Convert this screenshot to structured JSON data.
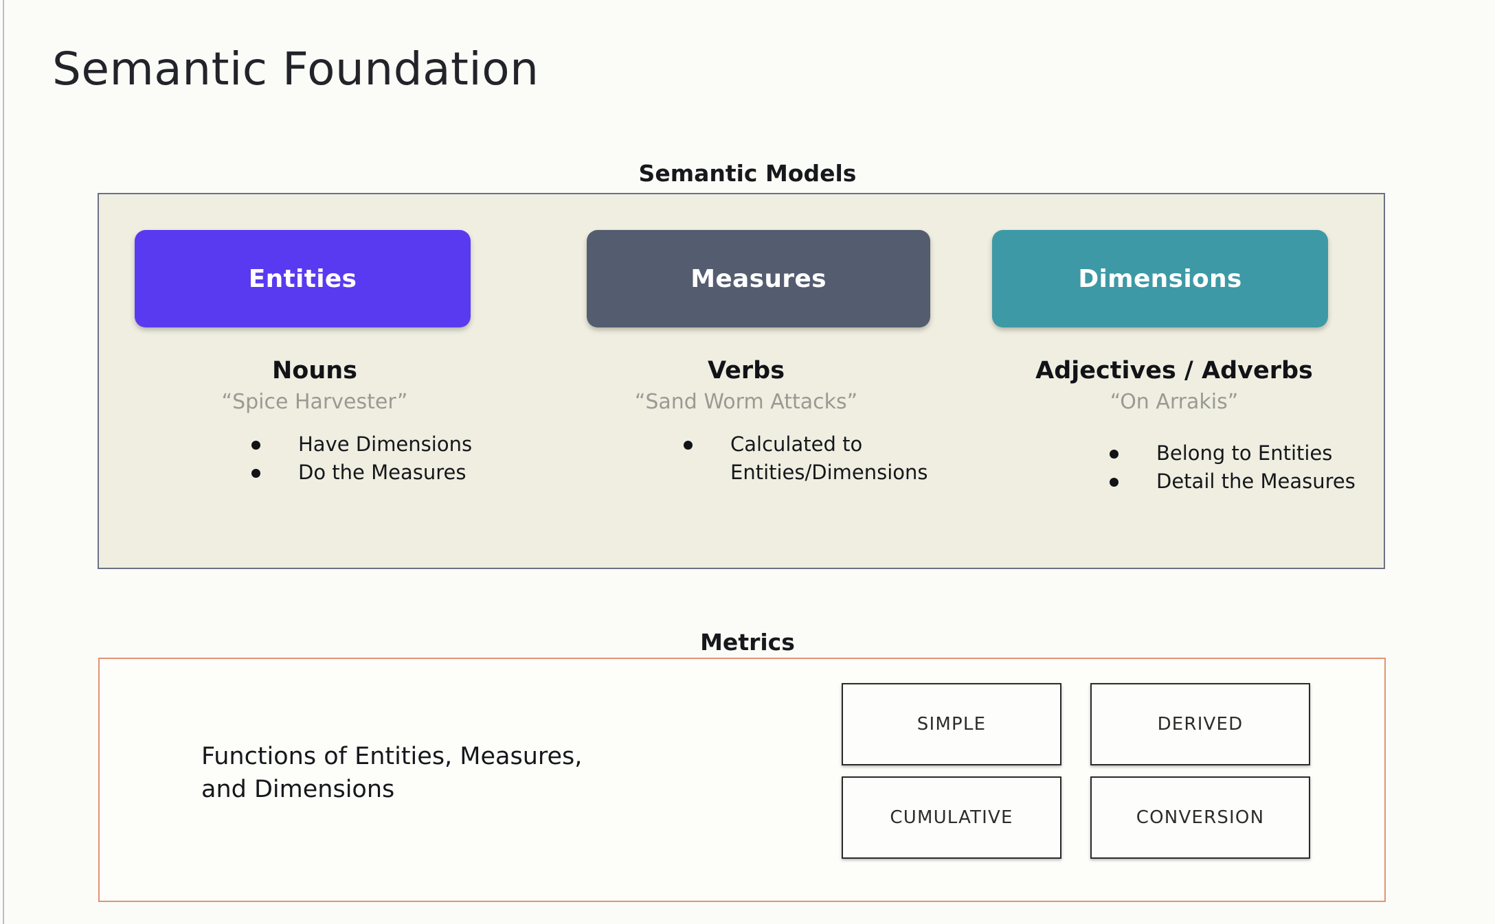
{
  "slide": {
    "title": "Semantic Foundation",
    "background_color": "#fbfcf8"
  },
  "semantic_models": {
    "caption": "Semantic Models",
    "panel_color": "#efeee1",
    "panel_border_color": "#6b7182",
    "columns": [
      {
        "pill_label": "Entities",
        "pill_color": "#5a3af0",
        "heading": "Nouns",
        "quote": "“Spice Harvester”",
        "bullets": [
          "Have Dimensions",
          "Do the Measures"
        ]
      },
      {
        "pill_label": "Measures",
        "pill_color": "#545c70",
        "heading": "Verbs",
        "quote": "“Sand Worm Attacks”",
        "bullets": [
          "Calculated to\nEntities/Dimensions"
        ]
      },
      {
        "pill_label": "Dimensions",
        "pill_color": "#3d99a5",
        "heading": "Adjectives / Adverbs",
        "quote": "“On Arrakis”",
        "bullets": [
          "Belong to Entities",
          "Detail the Measures"
        ]
      }
    ]
  },
  "metrics": {
    "caption": "Metrics",
    "panel_border_color": "#e29273",
    "description": "Functions of Entities, Measures,\nand Dimensions",
    "types": [
      [
        "SIMPLE",
        "DERIVED"
      ],
      [
        "CUMULATIVE",
        "CONVERSION"
      ]
    ]
  }
}
